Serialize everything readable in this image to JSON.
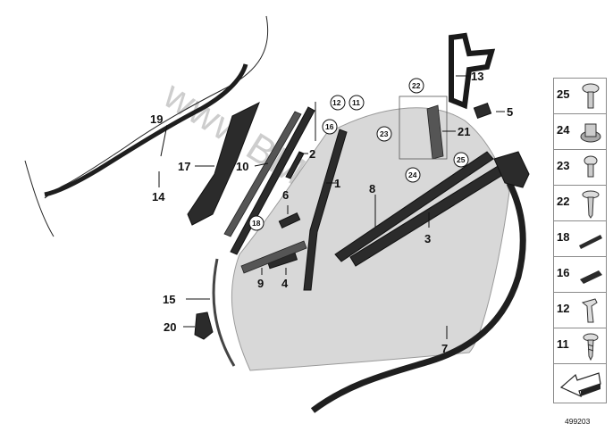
{
  "watermark": "www.BMWstore.pl",
  "reference_number": "499203",
  "callouts": {
    "p1": "1",
    "p2": "2",
    "p3": "3",
    "p4": "4",
    "p5": "5",
    "p6": "6",
    "p7": "7",
    "p8": "8",
    "p9": "9",
    "p10": "10",
    "p11": "11",
    "p12": "12",
    "p13": "13",
    "p14": "14",
    "p15": "15",
    "p16": "16",
    "p17": "17",
    "p18": "18",
    "p19": "19",
    "p20": "20",
    "p21": "21",
    "p22": "22",
    "p23": "23",
    "p24": "24",
    "p25": "25"
  },
  "legend": [
    {
      "number": "25",
      "icon": "pan-head-screw-icon"
    },
    {
      "number": "24",
      "icon": "collar-nut-icon"
    },
    {
      "number": "23",
      "icon": "short-screw-icon"
    },
    {
      "number": "22",
      "icon": "flange-screw-icon"
    },
    {
      "number": "18",
      "icon": "adhesive-strip-icon"
    },
    {
      "number": "16",
      "icon": "adhesive-pad-icon"
    },
    {
      "number": "12",
      "icon": "expanding-clip-icon"
    },
    {
      "number": "11",
      "icon": "tapping-screw-icon"
    }
  ]
}
